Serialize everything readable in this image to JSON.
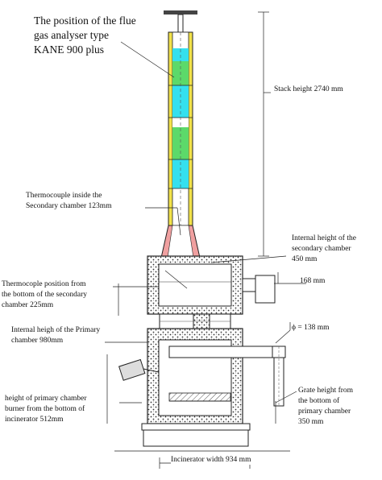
{
  "labels": {
    "analyser_line1": "The position of the flue",
    "analyser_line2": "gas analyser type",
    "analyser_line3": "KANE 900 plus",
    "stack_height": "Stack height 2740 mm",
    "thermocouple_secondary_line1": "Thermocouple inside the",
    "thermocouple_secondary_line2": "Secondary chamber 123mm",
    "internal_secondary_line1": "Internal height of the",
    "internal_secondary_line2": "secondary chamber",
    "internal_secondary_line3": "450 mm",
    "thermocouple_position_line1": "Thermocople position from",
    "thermocouple_position_line2": "the bottom of the secondary",
    "thermocouple_position_line3": "chamber 225mm",
    "dim_168": "168 mm",
    "internal_primary_line1": "Internal heigh of the Primary",
    "internal_primary_line2": "chamber 980mm",
    "phi_138": "ϕ = 138 mm",
    "burner_line1": "height of primary chamber",
    "burner_line2": "burner from the bottom of",
    "burner_line3": "incinerator 512mm",
    "grate_line1": "Grate height from",
    "grate_line2": "the bottom of",
    "grate_line3": "primary chamber",
    "grate_line4": "350 mm",
    "incinerator_width": "Incinerator width 934 mm"
  },
  "colors": {
    "stack_yellow": "#f2e24a",
    "cyan_band": "#35e0ee",
    "green_band": "#5cd96a",
    "cone_pink": "#f0a0a0",
    "line": "#222222"
  }
}
